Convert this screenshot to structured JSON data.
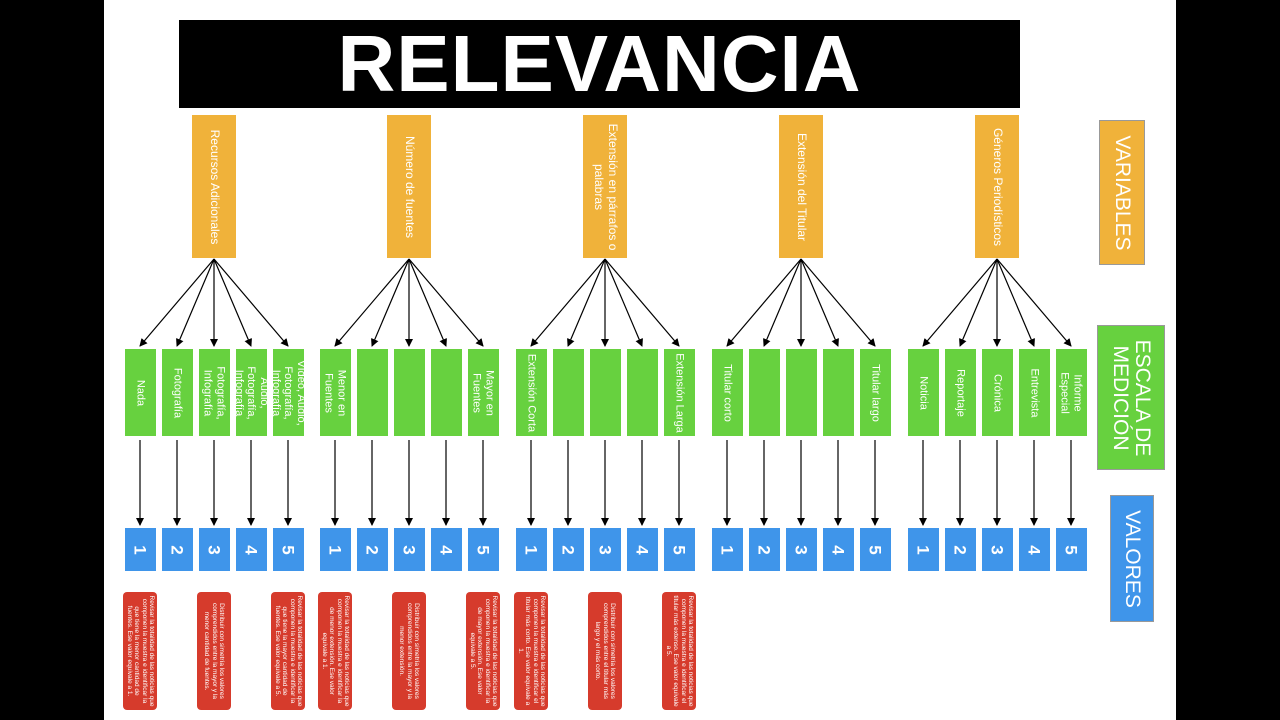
{
  "title": "RELEVANCIA",
  "legend": {
    "variables": "VARIABLES",
    "escala": "ESCALA DE MEDICIÓN",
    "valores": "VALORES"
  },
  "colors": {
    "variable": "#f0b23a",
    "scale": "#67d13f",
    "value": "#3f95ea",
    "callout": "#d63b2c"
  },
  "groups": [
    {
      "variable": "Recursos Adicionales",
      "scales": [
        "Nada",
        "Fotografía",
        "Fotografía, Infografía",
        "Audio, Fotografía, Infografía",
        "Vídeo, Audio, Fotografía, Infografía"
      ],
      "values": [
        "1",
        "2",
        "3",
        "4",
        "5"
      ],
      "callouts": [
        {
          "slot": 0,
          "text": "Revisar la totalidad de las noticias que componen la muestra e identificar la que tiene la menor cantidad de fuentes. Ese valor equivale a 1."
        },
        {
          "slot": 2,
          "text": "Distribuir con simetría los valores comprendidos entre la mayor y la menor cantidad de fuentes."
        },
        {
          "slot": 4,
          "text": "Revisar la totalidad de las noticias que componen la muestra e identificar la que tiene la mayor cantidad de fuentes. Ese valor equivale a 5."
        }
      ]
    },
    {
      "variable": "Número de fuentes",
      "scales": [
        "Menor en Fuentes",
        "",
        "",
        "",
        "Mayor en Fuentes"
      ],
      "values": [
        "1",
        "2",
        "3",
        "4",
        "5"
      ],
      "callouts": [
        {
          "slot": 0,
          "text": "Revisar la totalidad de las noticias que componen la muestra e identificar la de menor extensión. Ese valor equivale a 1."
        },
        {
          "slot": 2,
          "text": "Distribuir con simetría los valores comprendidos entre la mayor y la menor extensión."
        },
        {
          "slot": 4,
          "text": "Revisar la totalidad de las noticias que componen la muestra e identificar la de mayor extensión. Ese valor equivale a 5."
        }
      ]
    },
    {
      "variable": "Extensión en párrafos o palabras",
      "scales": [
        "Extensión Corta",
        "",
        "",
        "",
        "Extensión Larga"
      ],
      "values": [
        "1",
        "2",
        "3",
        "4",
        "5"
      ],
      "callouts": [
        {
          "slot": 0,
          "text": "Revisar la totalidad de las noticias que componen la muestra e identificar el titular más corto. Ese valor equivale a 1."
        },
        {
          "slot": 2,
          "text": "Distribuir con simetría los valores comprendidos entre el titular más largo y el más corto."
        },
        {
          "slot": 4,
          "text": "Revisar la totalidad de las noticias que componen la muestra e identificar el titular más extenso. Ese valor equivale a 5."
        }
      ]
    },
    {
      "variable": "Extensión del Titular",
      "scales": [
        "Titular corto",
        "",
        "",
        "",
        "Titular largo"
      ],
      "values": [
        "1",
        "2",
        "3",
        "4",
        "5"
      ],
      "callouts": []
    },
    {
      "variable": "Géneros Periodísticos",
      "scales": [
        "Noticia",
        "Reportaje",
        "Crónica",
        "Entrevista",
        "Informe Especial"
      ],
      "values": [
        "1",
        "2",
        "3",
        "4",
        "5"
      ],
      "callouts": []
    }
  ]
}
